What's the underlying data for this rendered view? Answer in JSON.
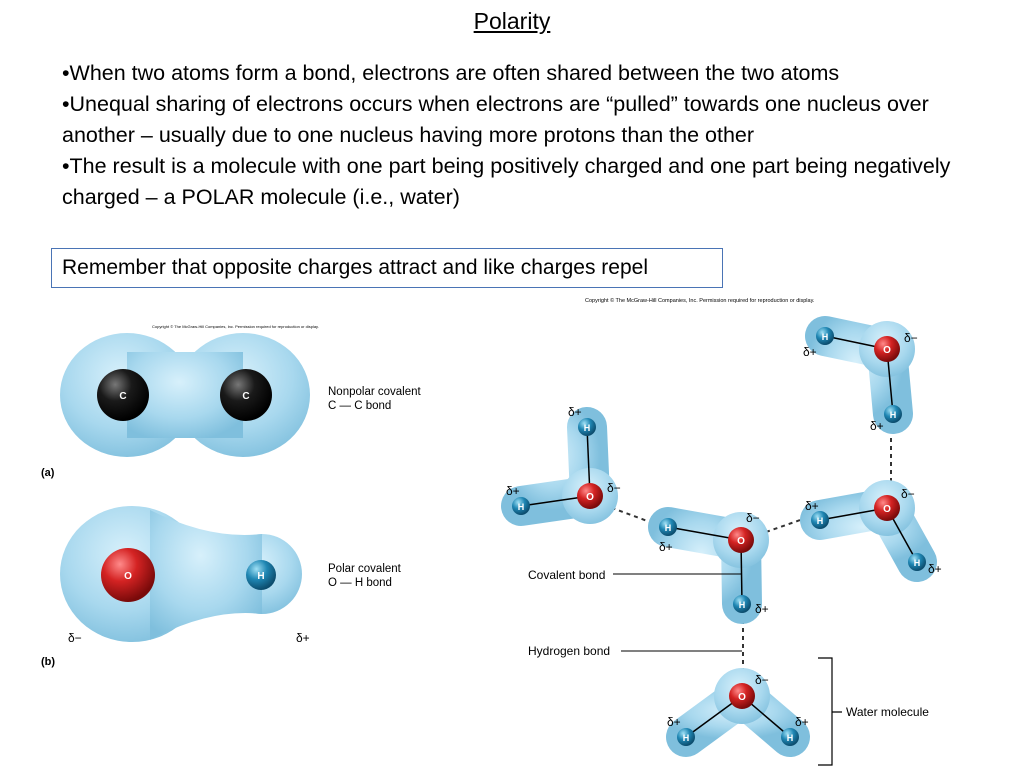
{
  "slide": {
    "title": "Polarity",
    "bullets": [
      "•When two atoms form a bond, electrons are often shared between the two atoms",
      "•Unequal sharing of electrons occurs when electrons are “pulled” towards one nucleus over another – usually due to one nucleus having more protons than the other",
      "•The result is a molecule with one part being positively charged and one part being negatively charged – a POLAR molecule (i.e., water)"
    ],
    "callout": "Remember that opposite charges attract and like charges repel"
  },
  "left_figure": {
    "copyright": "Copyright © The McGraw-Hill Companies, Inc. Permission required for reproduction or display.",
    "panel_a": {
      "tag": "(a)",
      "atom1": "C",
      "atom2": "C",
      "label_line1": "Nonpolar covalent",
      "label_line2": "C — C bond"
    },
    "panel_b": {
      "tag": "(b)",
      "atom1": "O",
      "atom2": "H",
      "label_line1": "Polar covalent",
      "label_line2": "O — H bond",
      "delta_minus": "δ−",
      "delta_plus": "δ+"
    }
  },
  "right_figure": {
    "copyright": "Copyright © The McGraw-Hill Companies, Inc. Permission required for reproduction or display.",
    "oxygen": "O",
    "hydrogen": "H",
    "delta_minus": "δ−",
    "delta_plus": "δ+",
    "label_covalent": "Covalent bond",
    "label_hydrogen": "Hydrogen bond",
    "label_water": "Water molecule"
  },
  "colors": {
    "water_blob": "#a8d8ee",
    "oxygen": "#c81e1e",
    "hydrogen": "#1f86b3",
    "carbon": "#1a1a1a",
    "callout_border": "#4a74b5"
  }
}
